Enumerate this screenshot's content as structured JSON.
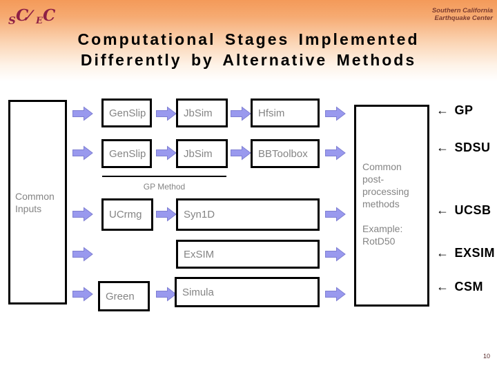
{
  "slide": {
    "logo": {
      "part_s": "S",
      "part_c1": "C",
      "part_slashes": "⁄⁄",
      "part_e": "E",
      "part_c2": "C"
    },
    "org_name": {
      "line1": "Southern California",
      "line2": "Earthquake Center"
    },
    "title": {
      "line1": "Computational Stages Implemented",
      "line2": "Differently by Alternative Methods"
    },
    "page_number": "10"
  },
  "diagram": {
    "common_inputs_box": "Common Inputs",
    "post_processing_box": {
      "text": "Common post-processing methods",
      "example": "Example: RotD50"
    },
    "gp_method_label": "GP Method",
    "left_arrow_glyph": "←",
    "rows": [
      {
        "method": "GP",
        "stages": [
          "GenSlip",
          "JbSim",
          "Hfsim"
        ]
      },
      {
        "method": "SDSU",
        "stages": [
          "GenSlip",
          "JbSim",
          "BBToolbox"
        ]
      },
      {
        "method": "UCSB",
        "stages": [
          "UCrmg",
          "Syn1D"
        ]
      },
      {
        "method": "EXSIM",
        "stages": [
          "ExSIM"
        ]
      },
      {
        "method": "CSM",
        "stages": [
          "Green",
          "Simula"
        ]
      }
    ],
    "colors": {
      "arrow_fill": "#9999EE",
      "arrow_border": "#7E7ED2",
      "box_text": "#848484",
      "box_border": "#000000",
      "logo": "#8E2045",
      "org_name": "#7B3B2F",
      "title": "#000000",
      "page_number": "#552727",
      "gradient_top": "#F49A59"
    }
  }
}
